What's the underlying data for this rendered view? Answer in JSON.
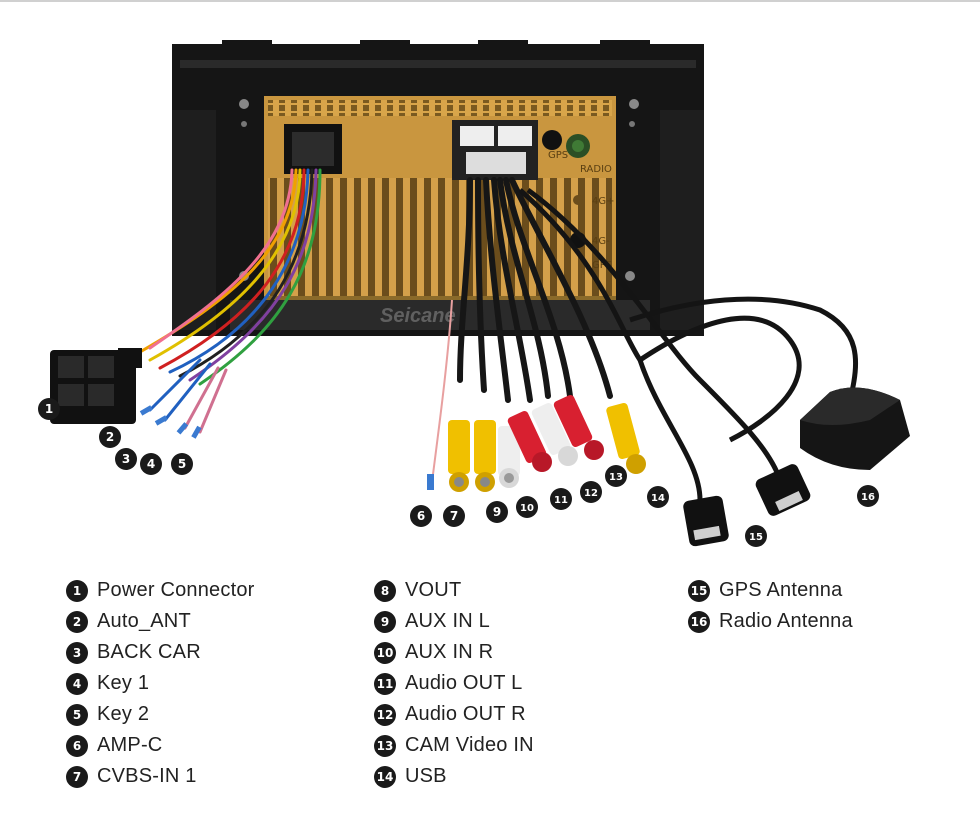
{
  "watermark": "Seicane",
  "port_labels": {
    "gps": "GPS",
    "radio": "RADIO",
    "fourg_plus": "4G+",
    "fourg_minus": "4G-",
    "gps_bottom": "GPS"
  },
  "legend_columns": [
    [
      {
        "num": "1",
        "label": "Power Connector"
      },
      {
        "num": "2",
        "label": "Auto_ANT"
      },
      {
        "num": "3",
        "label": "BACK CAR"
      },
      {
        "num": "4",
        "label": "Key 1"
      },
      {
        "num": "5",
        "label": "Key 2"
      },
      {
        "num": "6",
        "label": "AMP-C"
      },
      {
        "num": "7",
        "label": "CVBS-IN 1"
      }
    ],
    [
      {
        "num": "8",
        "label": "VOUT"
      },
      {
        "num": "9",
        "label": "AUX IN L"
      },
      {
        "num": "10",
        "label": "AUX IN R"
      },
      {
        "num": "11",
        "label": "Audio OUT L"
      },
      {
        "num": "12",
        "label": "Audio OUT R"
      },
      {
        "num": "13",
        "label": "CAM Video IN"
      },
      {
        "num": "14",
        "label": "USB"
      }
    ],
    [
      {
        "num": "15",
        "label": "GPS Antenna"
      },
      {
        "num": "16",
        "label": "Radio Antenna"
      }
    ]
  ],
  "callouts": [
    "1",
    "2",
    "3",
    "4",
    "5",
    "6",
    "7",
    "9",
    "10",
    "11",
    "12",
    "13",
    "14",
    "15",
    "16"
  ]
}
